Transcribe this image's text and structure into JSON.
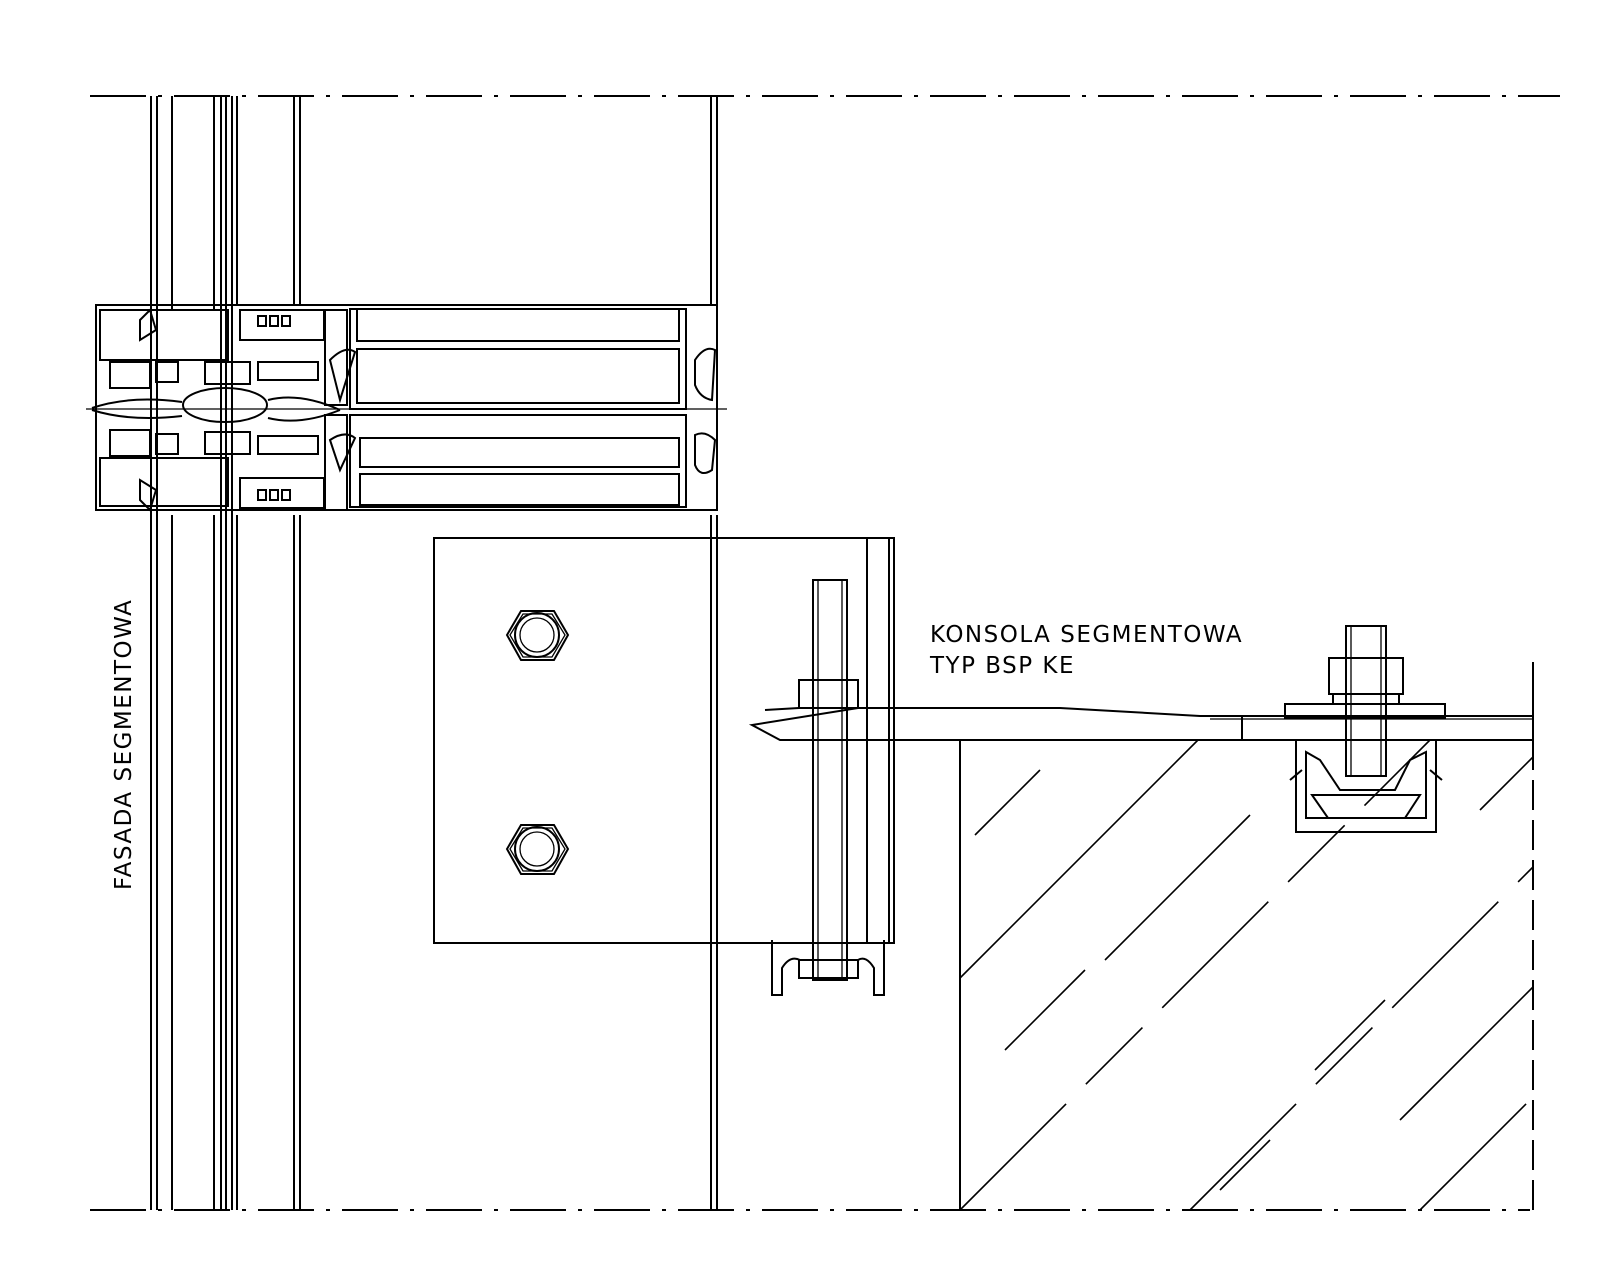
{
  "labels": {
    "facade": "FASADA SEGMENTOWA",
    "console_line1": "KONSOLA SEGMENTOWA",
    "console_line2": "TYP BSP KE"
  },
  "colors": {
    "line": "#000000",
    "background": "#ffffff"
  }
}
